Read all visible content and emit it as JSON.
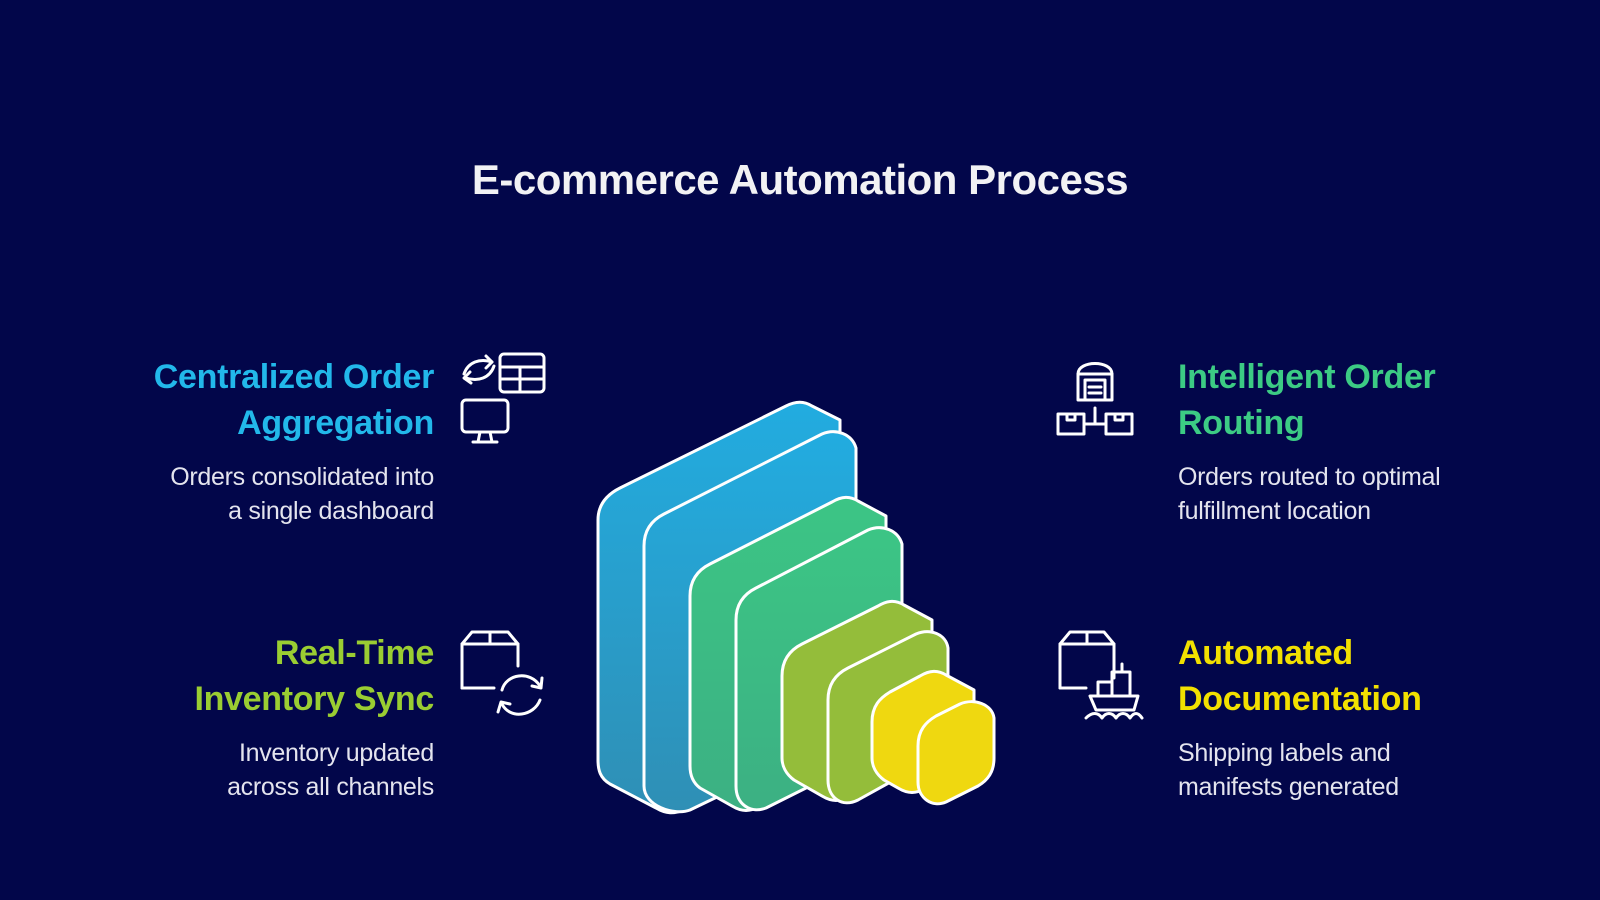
{
  "title": "E-commerce Automation Process",
  "colors": {
    "background": "#02064a",
    "step1": "#22b8ea",
    "step2": "#3ccb84",
    "step3": "#9acd32",
    "step4": "#f2e000"
  },
  "steps": [
    {
      "heading_lines": [
        "Centralized Order",
        "Aggregation"
      ],
      "description_lines": [
        "Orders consolidated into",
        "a single dashboard"
      ],
      "icon": "sync-table-monitor-icon",
      "color": "#22b8ea"
    },
    {
      "heading_lines": [
        "Intelligent Order",
        "Routing"
      ],
      "description_lines": [
        "Orders routed to optimal",
        "fulfillment location"
      ],
      "icon": "warehouse-routing-icon",
      "color": "#3ccb84"
    },
    {
      "heading_lines": [
        "Real-Time",
        "Inventory Sync"
      ],
      "description_lines": [
        "Inventory updated",
        "across all channels"
      ],
      "icon": "box-refresh-icon",
      "color": "#9acd32"
    },
    {
      "heading_lines": [
        "Automated",
        "Documentation"
      ],
      "description_lines": [
        "Shipping labels and",
        "manifests generated"
      ],
      "icon": "box-ship-icon",
      "color": "#f2e000"
    }
  ]
}
